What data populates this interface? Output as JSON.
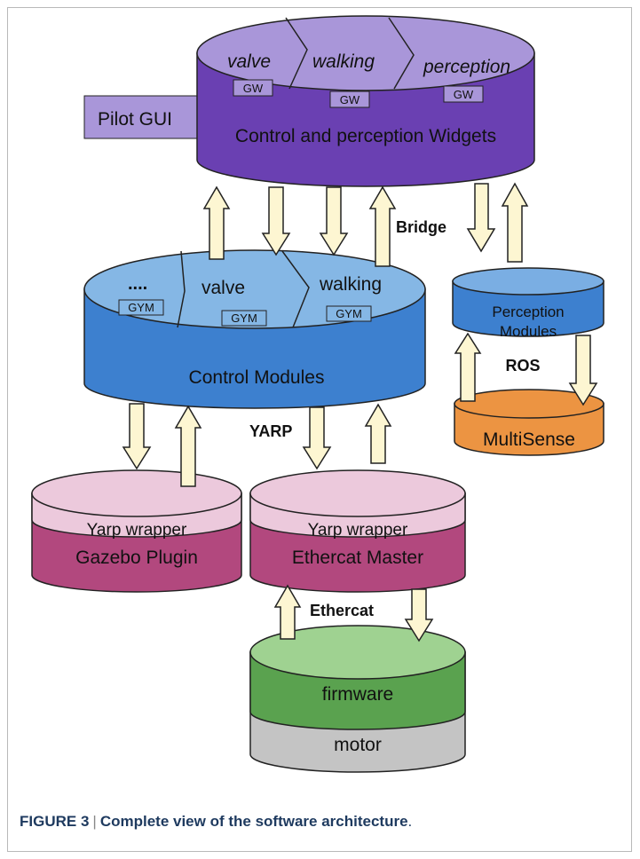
{
  "pilot_gui": {
    "label": "Pilot GUI",
    "widgets_label": "Control and perception Widgets",
    "segments": [
      {
        "name": "valve",
        "tag": "GW"
      },
      {
        "name": "walking",
        "tag": "GW"
      },
      {
        "name": "perception",
        "tag": "GW"
      }
    ]
  },
  "control": {
    "label": "Control Modules",
    "segments": [
      {
        "name": "....",
        "tag": "GYM"
      },
      {
        "name": "valve",
        "tag": "GYM"
      },
      {
        "name": "walking",
        "tag": "GYM"
      }
    ]
  },
  "perception": {
    "label_line1": "Perception",
    "label_line2": "Modules"
  },
  "multisense": {
    "label": "MultiSense"
  },
  "gazebo": {
    "wrapper": "Yarp wrapper",
    "label": "Gazebo Plugin"
  },
  "ethercat_master": {
    "wrapper": "Yarp wrapper",
    "label": "Ethercat Master"
  },
  "firmware": {
    "label": "firmware"
  },
  "motor": {
    "label": "motor"
  },
  "links": {
    "bridge": "Bridge",
    "yarp": "YARP",
    "ros": "ROS",
    "ethercat": "Ethercat"
  },
  "caption": {
    "figure": "FIGURE 3",
    "separator": "|",
    "text": "Complete view of the software architecture",
    "end": "."
  },
  "colors": {
    "gui_top": "#a996d9",
    "gui_side": "#6a40b2",
    "control_top": "#85b7e5",
    "control_side": "#3d80cf",
    "perception_top": "#7aaee3",
    "perception_side": "#3d80cf",
    "multisense": "#ec9442",
    "wrapper": "#ecc9dc",
    "plugin": "#b2487e",
    "firmware_top": "#9fd291",
    "firmware_side": "#5aa24f",
    "motor": "#c4c4c4",
    "arrow_fill": "#fdf6d2"
  }
}
